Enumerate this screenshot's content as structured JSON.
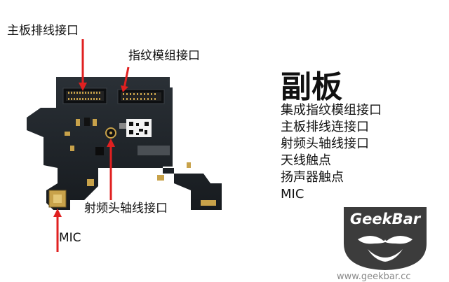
{
  "labels": {
    "main_board_connector": "主板排线接口",
    "fingerprint_connector": "指纹模组接口",
    "rf_coax_connector": "射频头轴线接口",
    "mic": "MIC"
  },
  "title": "副板",
  "features": [
    "集成指纹模组接口",
    "主板排线连接口",
    "射频头轴线接口",
    "天线触点",
    "扬声器触点",
    "MIC"
  ],
  "brand": {
    "name": "GeekBar",
    "url": "www.geekbar.cc"
  },
  "colors": {
    "arrow": "#e02020",
    "pcb": "#1e2328",
    "gold": "#c8a24a",
    "logo": "#3c3c3c"
  }
}
